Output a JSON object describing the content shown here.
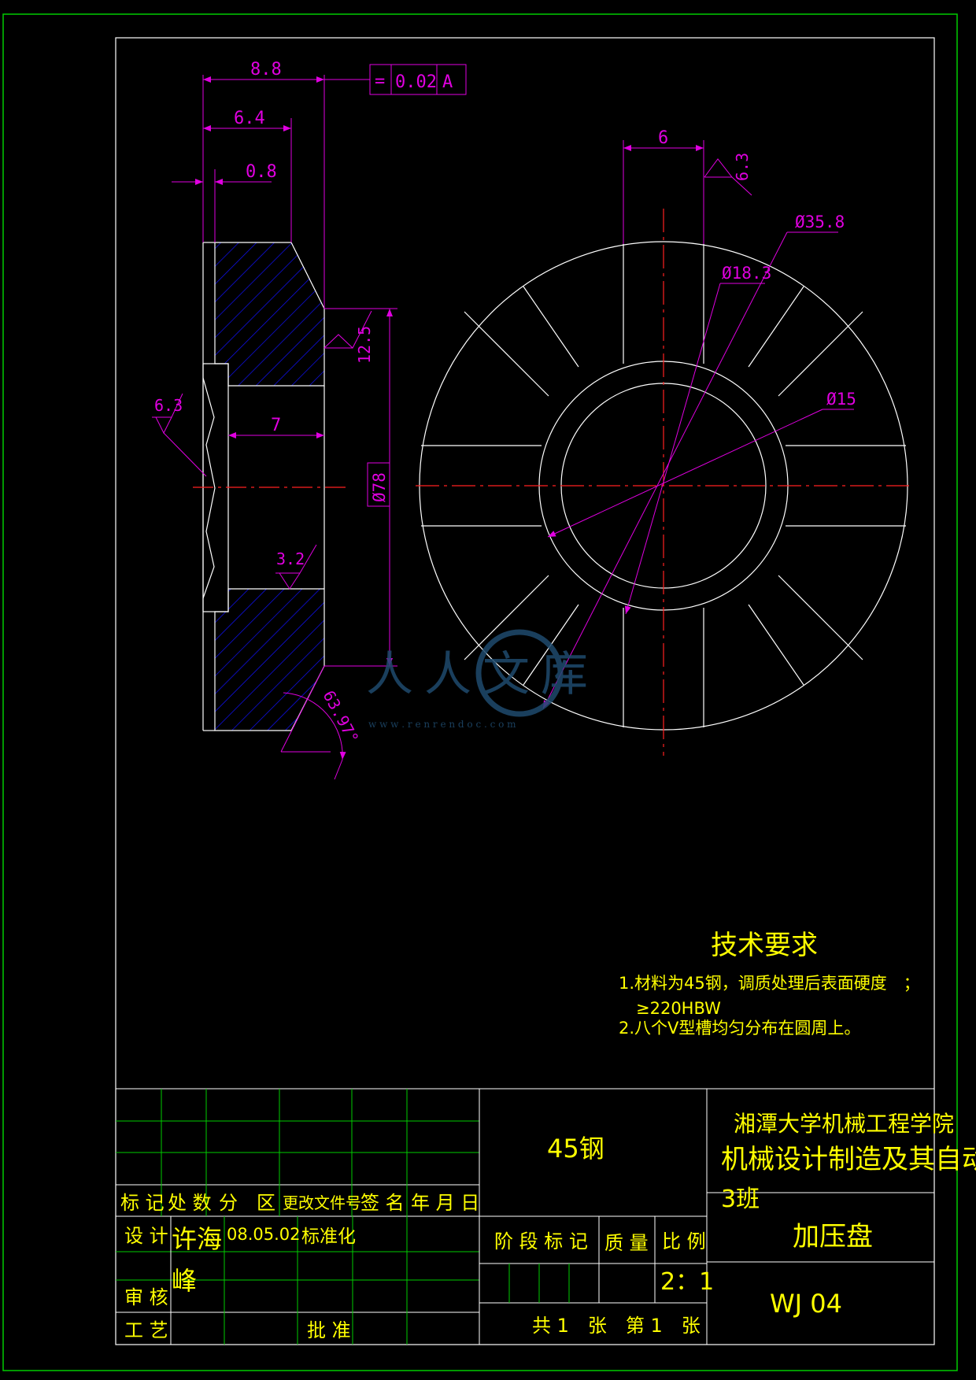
{
  "drawing": {
    "dimensions": {
      "d_8_8": "8.8",
      "d_6_4": "6.4",
      "d_0_8": "0.8",
      "d_7": "7",
      "d_6": "6",
      "dia_78": "Ø78",
      "dia_35_8": "Ø35.8",
      "dia_18_3": "Ø18.3",
      "dia_15": "Ø15",
      "angle": "63.97°"
    },
    "tolerance": {
      "symbol": "=",
      "value": "0.02",
      "datum": "A"
    },
    "roughness": {
      "r1": "12.5",
      "r2": "6.3",
      "r3": "3.2",
      "r4": "6.3"
    }
  },
  "notes": {
    "title": "技术要求",
    "line1": "1.材料为45钢，调质处理后表面硬度　；",
    "line1b": "≥220HBW",
    "line2": "2.八个V型槽均匀分布在圆周上。"
  },
  "title_block": {
    "h_mark": "标 记",
    "h_count": "处 数",
    "h_zone": "分　区",
    "h_docno": "更改文件号",
    "h_sign": "签 名",
    "h_date": "年 月 日",
    "design": "设 计",
    "designer": "许海",
    "designer2": "峰",
    "design_date": "08.05.02",
    "standardize": "标准化",
    "review": "审 核",
    "process": "工 艺",
    "approve": "批 准",
    "material": "45钢",
    "stage": "阶 段 标 记",
    "mass": "质 量",
    "ratio_label": "比 例",
    "ratio": "2：1",
    "sheets": "共 1　张　第 1　张",
    "org1": "湘潭大学机械工程学院",
    "org2": "机械设计制造及其自动化",
    "org3": "3班",
    "part_name": "加压盘",
    "drawing_no": "WJ 04"
  },
  "watermark": {
    "text": "人人文库",
    "url": "w w w . r e n r e n d o c . c o m"
  },
  "colors": {
    "line": "#ffffff",
    "dimension": "#e000e0",
    "centerline": "#ff2020",
    "hatch": "#0000cc",
    "frame": "#00cc00",
    "text": "#ffff00"
  }
}
